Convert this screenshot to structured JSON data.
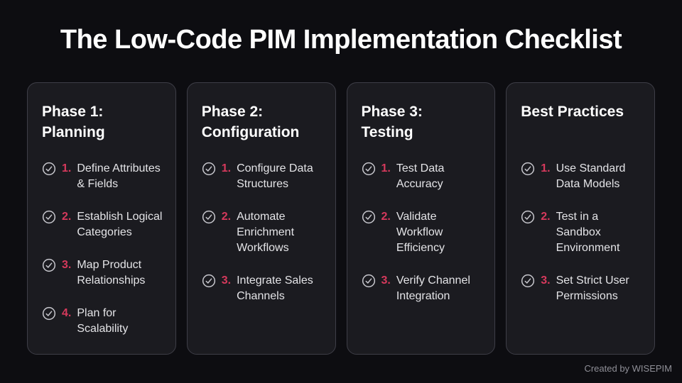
{
  "title": "The Low-Code PIM Implementation Checklist",
  "footer": {
    "credit": "Created by WISEPIM"
  },
  "colors": {
    "page_bg": "#0d0d11",
    "card_bg": "#1b1b20",
    "card_border": "#3e3e47",
    "accent": "#d6395c",
    "text": "#e4e4e7",
    "heading": "#ffffff",
    "icon": "#c7c7cd",
    "muted": "#8f8f97"
  },
  "icons": {
    "item_icon": "check-circle-icon"
  },
  "columns": [
    {
      "heading": "Phase 1:\nPlanning",
      "items": [
        {
          "num": "1.",
          "text": "Define Attributes\n& Fields"
        },
        {
          "num": "2.",
          "text": "Establish Logical\nCategories"
        },
        {
          "num": "3.",
          "text": "Map Product\nRelationships"
        },
        {
          "num": "4.",
          "text": "Plan for\nScalability"
        }
      ]
    },
    {
      "heading": "Phase 2:\nConfiguration",
      "items": [
        {
          "num": "1.",
          "text": "Configure Data\nStructures"
        },
        {
          "num": "2.",
          "text": "Automate\nEnrichment\nWorkflows"
        },
        {
          "num": "3.",
          "text": "Integrate Sales\nChannels"
        }
      ]
    },
    {
      "heading": "Phase 3:\nTesting",
      "items": [
        {
          "num": "1.",
          "text": "Test Data\nAccuracy"
        },
        {
          "num": "2.",
          "text": "Validate\nWorkflow\nEfficiency"
        },
        {
          "num": "3.",
          "text": "Verify Channel\nIntegration"
        }
      ]
    },
    {
      "heading": "Best Practices",
      "items": [
        {
          "num": "1.",
          "text": "Use Standard\nData Models"
        },
        {
          "num": "2.",
          "text": "Test in a\nSandbox\nEnvironment"
        },
        {
          "num": "3.",
          "text": "Set Strict User\nPermissions"
        }
      ]
    }
  ]
}
